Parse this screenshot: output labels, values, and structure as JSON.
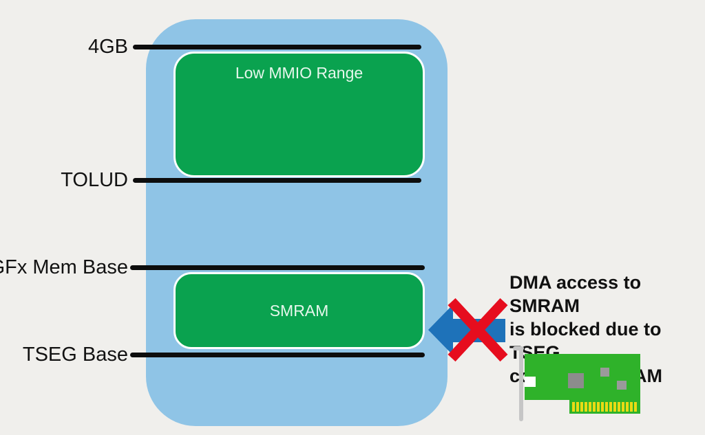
{
  "memory_map": {
    "container_color": "#8fc4e6",
    "region_color": "#0aa24f",
    "line_color": "#0d0d0d",
    "markers": [
      {
        "label": "4GB"
      },
      {
        "label": "TOLUD"
      },
      {
        "label": "GFx Mem Base"
      },
      {
        "label": "TSEG Base"
      }
    ],
    "regions": [
      {
        "label": "Low MMIO Range"
      },
      {
        "label": "SMRAM"
      }
    ]
  },
  "blocked_dma": {
    "arrow_color": "#1e72b9",
    "x_color": "#e60d1e",
    "annotation_lines": [
      "DMA access to SMRAM",
      "is blocked due to TSEG",
      "covering SMRAM"
    ]
  },
  "pci_card": {
    "board_color": "#2fb22a",
    "pin_color": "#e9da15",
    "chip_color": "#8c8c8c",
    "bracket_color": "#c6c6c6"
  }
}
